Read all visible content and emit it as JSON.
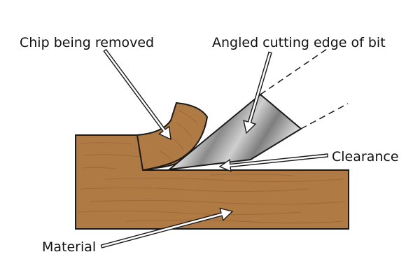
{
  "labels": {
    "chip": "Chip being removed",
    "edge": "Angled cutting edge of bit",
    "clearance": "Clearance",
    "material": "Material"
  },
  "colors": {
    "wood": "#b07a45",
    "wood_grain": "#8d5c2e",
    "wood_highlight": "#c99462",
    "outline": "#1a1a1a",
    "blade_light": "#e4e4e4",
    "blade_mid": "#a8a8a8",
    "blade_dark": "#6f6f6f",
    "arrow_fill": "#ffffff"
  }
}
